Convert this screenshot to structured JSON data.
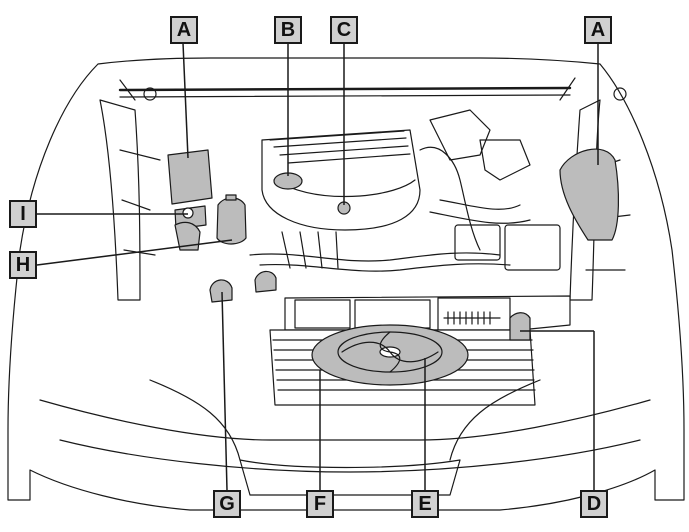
{
  "callouts": {
    "a_left": "A",
    "b": "B",
    "c": "C",
    "a_right": "A",
    "i": "I",
    "h": "H",
    "g": "G",
    "f": "F",
    "e": "E",
    "d": "D"
  },
  "colors": {
    "line": "#1a1a1a",
    "label_fill": "#d0d0d0",
    "component_fill": "#bcbcbc",
    "body_fill": "#ffffff"
  }
}
